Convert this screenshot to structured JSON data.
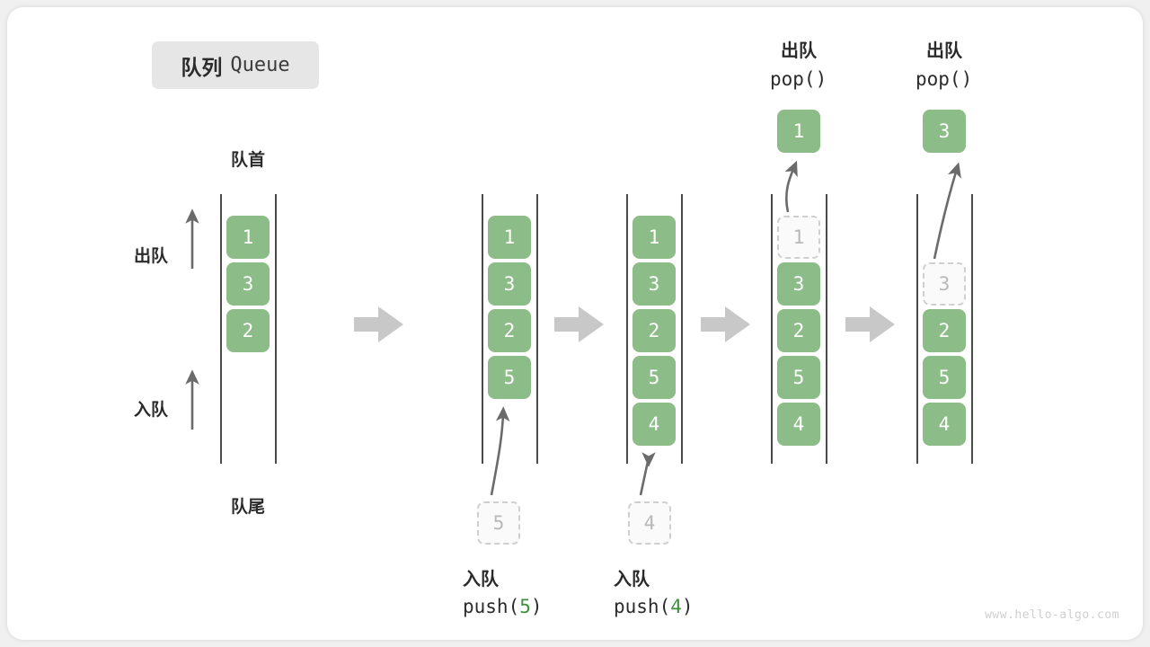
{
  "title": {
    "cn": "队列",
    "en": "Queue"
  },
  "watermark": "www.hello-algo.com",
  "labels": {
    "head": "队首",
    "tail": "队尾",
    "dequeue": "出队",
    "enqueue": "入队",
    "pop_call": "pop()"
  },
  "stages": [
    {
      "id": "initial",
      "cells": [
        "1",
        "3",
        "2"
      ],
      "ghost": null,
      "caption_cn": null,
      "caption_code": null,
      "popped": null
    },
    {
      "id": "push-5",
      "cells": [
        "1",
        "3",
        "2",
        "5"
      ],
      "ghost": "5",
      "caption_cn": "入队",
      "caption_code_prefix": "push(",
      "caption_code_num": "5",
      "caption_code_suffix": ")",
      "popped": null
    },
    {
      "id": "push-4",
      "cells": [
        "1",
        "3",
        "2",
        "5",
        "4"
      ],
      "ghost": "4",
      "caption_cn": "入队",
      "caption_code_prefix": "push(",
      "caption_code_num": "4",
      "caption_code_suffix": ")",
      "popped": null
    },
    {
      "id": "pop-1",
      "cells": [
        "3",
        "2",
        "5",
        "4"
      ],
      "ghost_top": "1",
      "caption_cn": "出队",
      "caption_code": "pop()",
      "popped": "1"
    },
    {
      "id": "pop-3",
      "cells": [
        "2",
        "5",
        "4"
      ],
      "ghost_top": "3",
      "caption_cn": "出队",
      "caption_code": "pop()",
      "popped": "3"
    }
  ],
  "colors": {
    "cell_fill": "#8cbc87",
    "cell_text": "#ffffff",
    "ghost_border": "#cfcfcf",
    "ghost_text": "#b8b8b8",
    "rail": "#4a4a4a",
    "arrow": "#6b6b6b",
    "flow_arrow": "#c8c8c8",
    "badge_bg": "#e6e6e6",
    "push_num": "#3f8f3f",
    "watermark": "#cfcfcf"
  },
  "flow_arrows": 4
}
